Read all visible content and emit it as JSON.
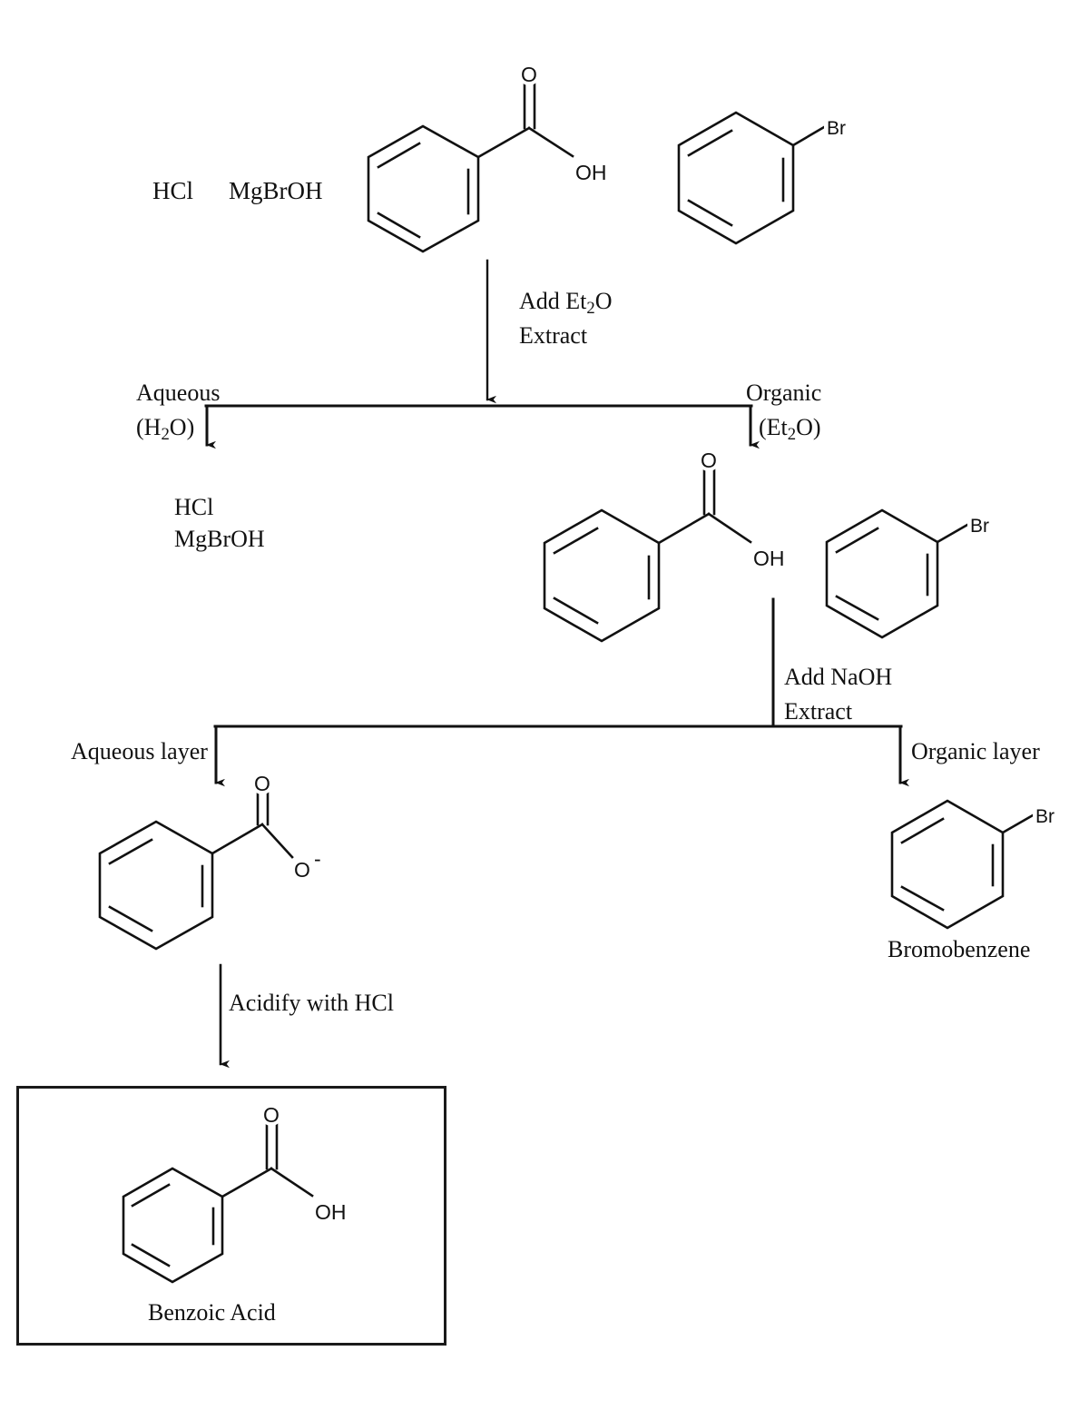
{
  "diagram": {
    "title": "Extraction flowchart separating benzoic acid from bromobenzene",
    "line_color": "#111111",
    "background": "#ffffff"
  },
  "start_reagents": {
    "hcl": "HCl",
    "mgbroh": "MgBrOH"
  },
  "steps": {
    "step1": {
      "line1_pre": "Add Et",
      "line1_sub": "2",
      "line1_post": "O",
      "line2": "Extract"
    },
    "step2": {
      "line1": "Add NaOH",
      "line2": "Extract"
    },
    "step3": {
      "line1": "Acidify with HCl"
    }
  },
  "split1": {
    "left_label_line1": "Aqueous",
    "left_label_line2_pre": "(H",
    "left_label_line2_sub": "2",
    "left_label_line2_post": "O)",
    "right_label_line1": "Organic",
    "right_label_line2_pre": "(Et",
    "right_label_line2_sub": "2",
    "right_label_line2_post": "O)",
    "left_products_line1": "HCl",
    "left_products_line2": "MgBrOH"
  },
  "split2": {
    "left_label": "Aqueous layer",
    "right_label": "Organic layer"
  },
  "molecules": {
    "benzoic_acid_top": {
      "name": "benzoic-acid",
      "carbonyl_o": "O",
      "hydroxyl": "OH"
    },
    "bromobenzene_top": {
      "name": "bromobenzene",
      "halogen": "Br"
    },
    "benzoic_acid_mid": {
      "name": "benzoic-acid",
      "carbonyl_o": "O",
      "hydroxyl": "OH"
    },
    "bromobenzene_mid": {
      "name": "bromobenzene",
      "halogen": "Br"
    },
    "benzoate_anion": {
      "name": "benzoate-anion",
      "carbonyl_o": "O",
      "anion_o": "O",
      "charge": "-"
    },
    "bromobenzene_product": {
      "name": "bromobenzene",
      "halogen": "Br",
      "caption": "Bromobenzene"
    },
    "benzoic_acid_product": {
      "name": "benzoic-acid",
      "carbonyl_o": "O",
      "hydroxyl": "OH",
      "caption": "Benzoic Acid"
    }
  }
}
